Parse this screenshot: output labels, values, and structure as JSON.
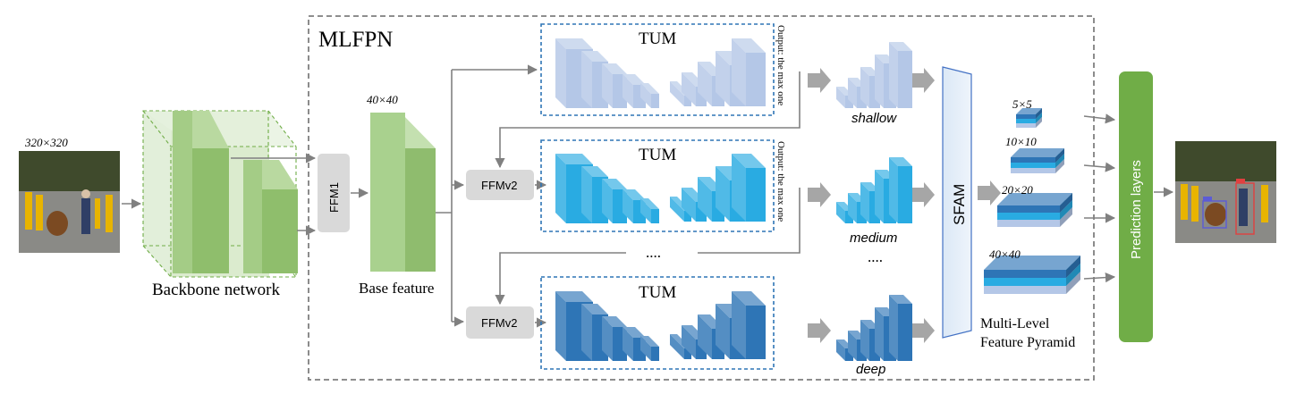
{
  "input": {
    "size_label": "320×320"
  },
  "backbone": {
    "label": "Backbone network"
  },
  "mlfpn": {
    "title": "MLFPN"
  },
  "ffm1": {
    "label": "FFM1"
  },
  "base_feature": {
    "size_label": "40×40",
    "label": "Base feature"
  },
  "ffmv2": {
    "label_1": "FFMv2",
    "label_2": "FFMv2"
  },
  "tum": {
    "label_1": "TUM",
    "label_2": "TUM",
    "label_3": "TUM",
    "output_note_1": "Output: the max one",
    "output_note_2": "Output: the max one"
  },
  "ellipsis": {
    "middle": "....",
    "levels": "...."
  },
  "levels": {
    "shallow": "shallow",
    "medium": "medium",
    "deep": "deep"
  },
  "sfam": {
    "label": "SFAM"
  },
  "pyramid": {
    "s1": "5×5",
    "s2": "10×10",
    "s3": "20×20",
    "s4": "40×40",
    "label_line1": "Multi-Level",
    "label_line2": "Feature Pyramid"
  },
  "prediction": {
    "label": "Prediction layers"
  },
  "colors": {
    "backbone_green": "#a9d18e",
    "base_green": "#8fbc6e",
    "tum_light": "#b4c7e7",
    "tum_mid": "#29abe2",
    "tum_dark": "#2e75b6",
    "prediction_green": "#70ad47",
    "gray_box": "#d9d9d9",
    "arrow_gray": "#808080"
  }
}
